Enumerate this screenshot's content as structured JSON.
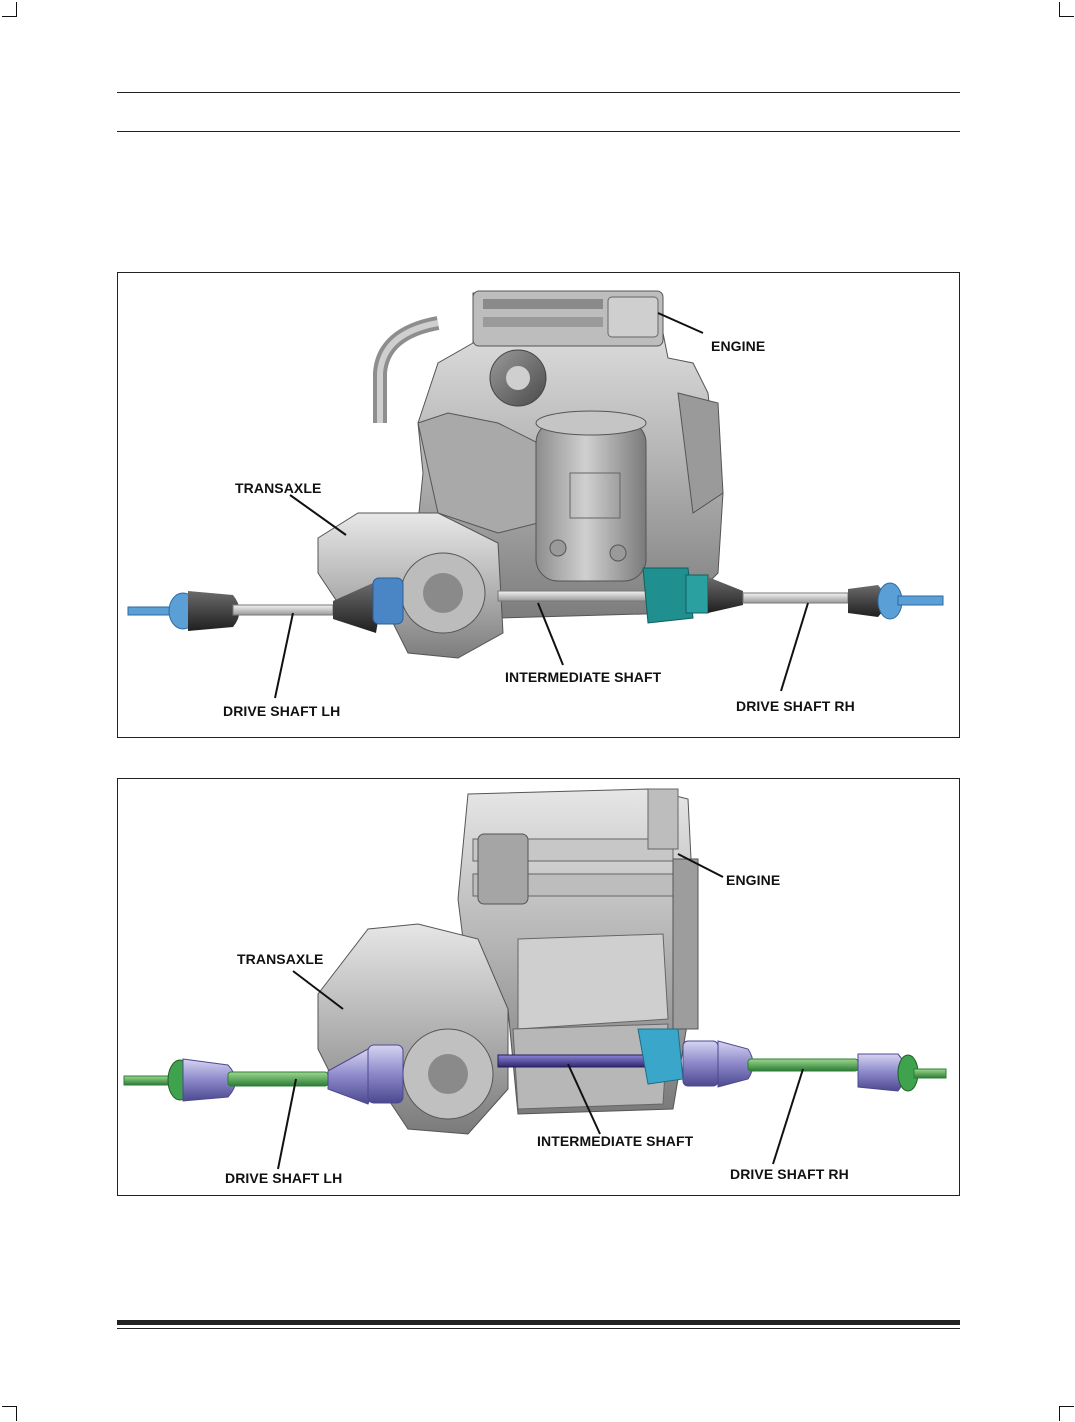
{
  "figures": [
    {
      "labels": {
        "engine": "ENGINE",
        "transaxle": "TRANSAXLE",
        "intermediate_shaft": "INTERMEDIATE SHAFT",
        "drive_shaft_lh": "DRIVE SHAFT LH",
        "drive_shaft_rh": "DRIVE SHAFT RH"
      },
      "colors": {
        "lh_inner_joint": "#4a86c5",
        "rh_inner_joint": "#1f8f8f",
        "shaft_ends": "#5a9fd6"
      }
    },
    {
      "labels": {
        "engine": "ENGINE",
        "transaxle": "TRANSAXLE",
        "intermediate_shaft": "INTERMEDIATE SHAFT",
        "drive_shaft_lh": "DRIVE SHAFT LH",
        "drive_shaft_rh": "DRIVE SHAFT RH"
      },
      "colors": {
        "shafts": "#3fa34d",
        "joints": "#8b87c9",
        "intermediate": "#4b3f9b",
        "bracket": "#3aa6c9"
      }
    }
  ]
}
